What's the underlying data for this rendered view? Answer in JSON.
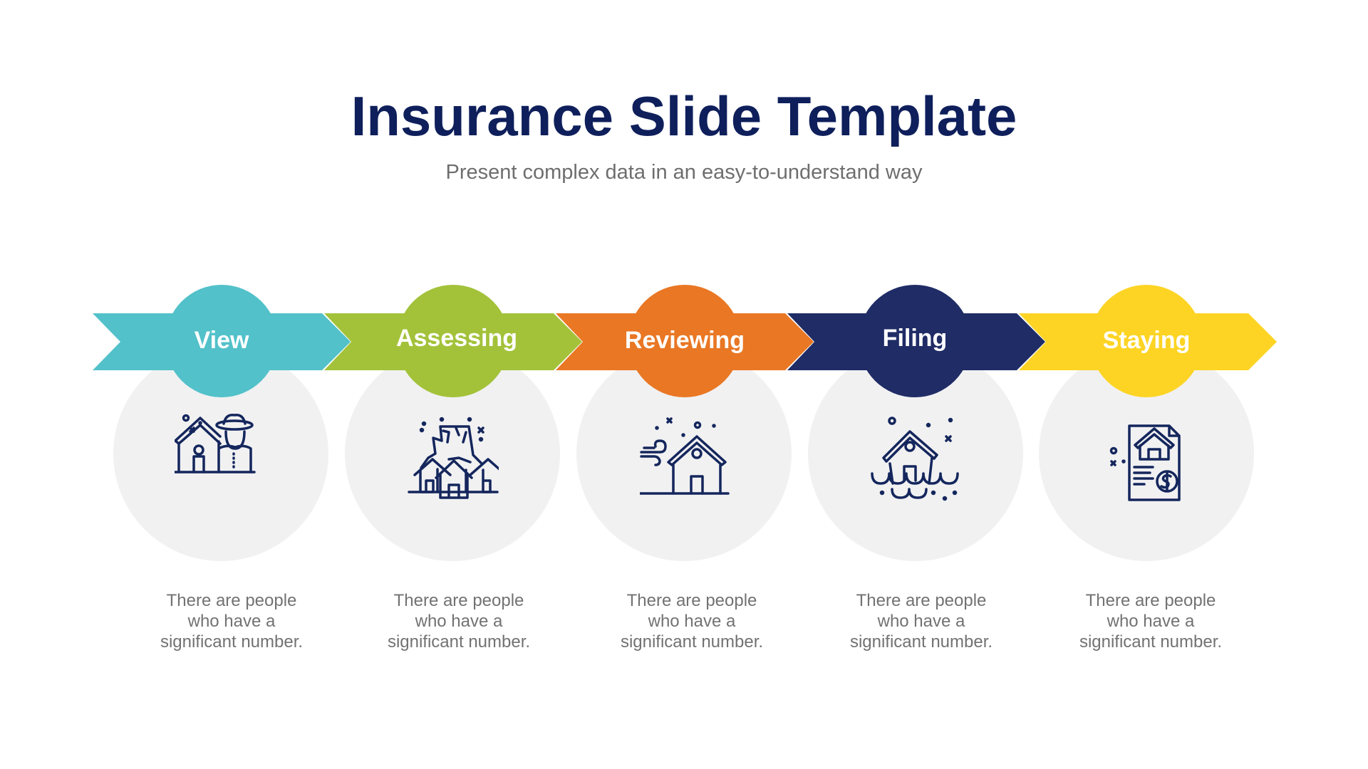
{
  "header": {
    "title": "Insurance Slide Template",
    "subtitle": "Present complex data in an easy-to-understand way"
  },
  "colors": {
    "title": "#0e1f5b",
    "teal": "#52c1c9",
    "green": "#a3c23a",
    "orange": "#e97724",
    "navy": "#1f2c66",
    "yellow": "#fdd424",
    "grey_circle": "#f1f1f2",
    "icon_stroke": "#14265c"
  },
  "steps": [
    {
      "label": "View",
      "icon": "house-inspector-icon",
      "color": "#52c1c9",
      "desc": [
        "There are people",
        "who have a",
        "significant number."
      ]
    },
    {
      "label": "Assessing",
      "icon": "damaged-houses-icon",
      "color": "#a3c23a",
      "desc": [
        "There are people",
        "who have a",
        "significant number."
      ]
    },
    {
      "label": "Reviewing",
      "icon": "house-wind-storm-icon",
      "color": "#e97724",
      "desc": [
        "There are people",
        "who have a",
        "significant number."
      ]
    },
    {
      "label": "Filing",
      "icon": "house-flood-icon",
      "color": "#1f2c66",
      "desc": [
        "There are people",
        "who have a",
        "significant number."
      ]
    },
    {
      "label": "Staying",
      "icon": "house-insurance-document-icon",
      "color": "#fdd424",
      "desc": [
        "There are people",
        "who have a",
        "significant number."
      ]
    }
  ]
}
